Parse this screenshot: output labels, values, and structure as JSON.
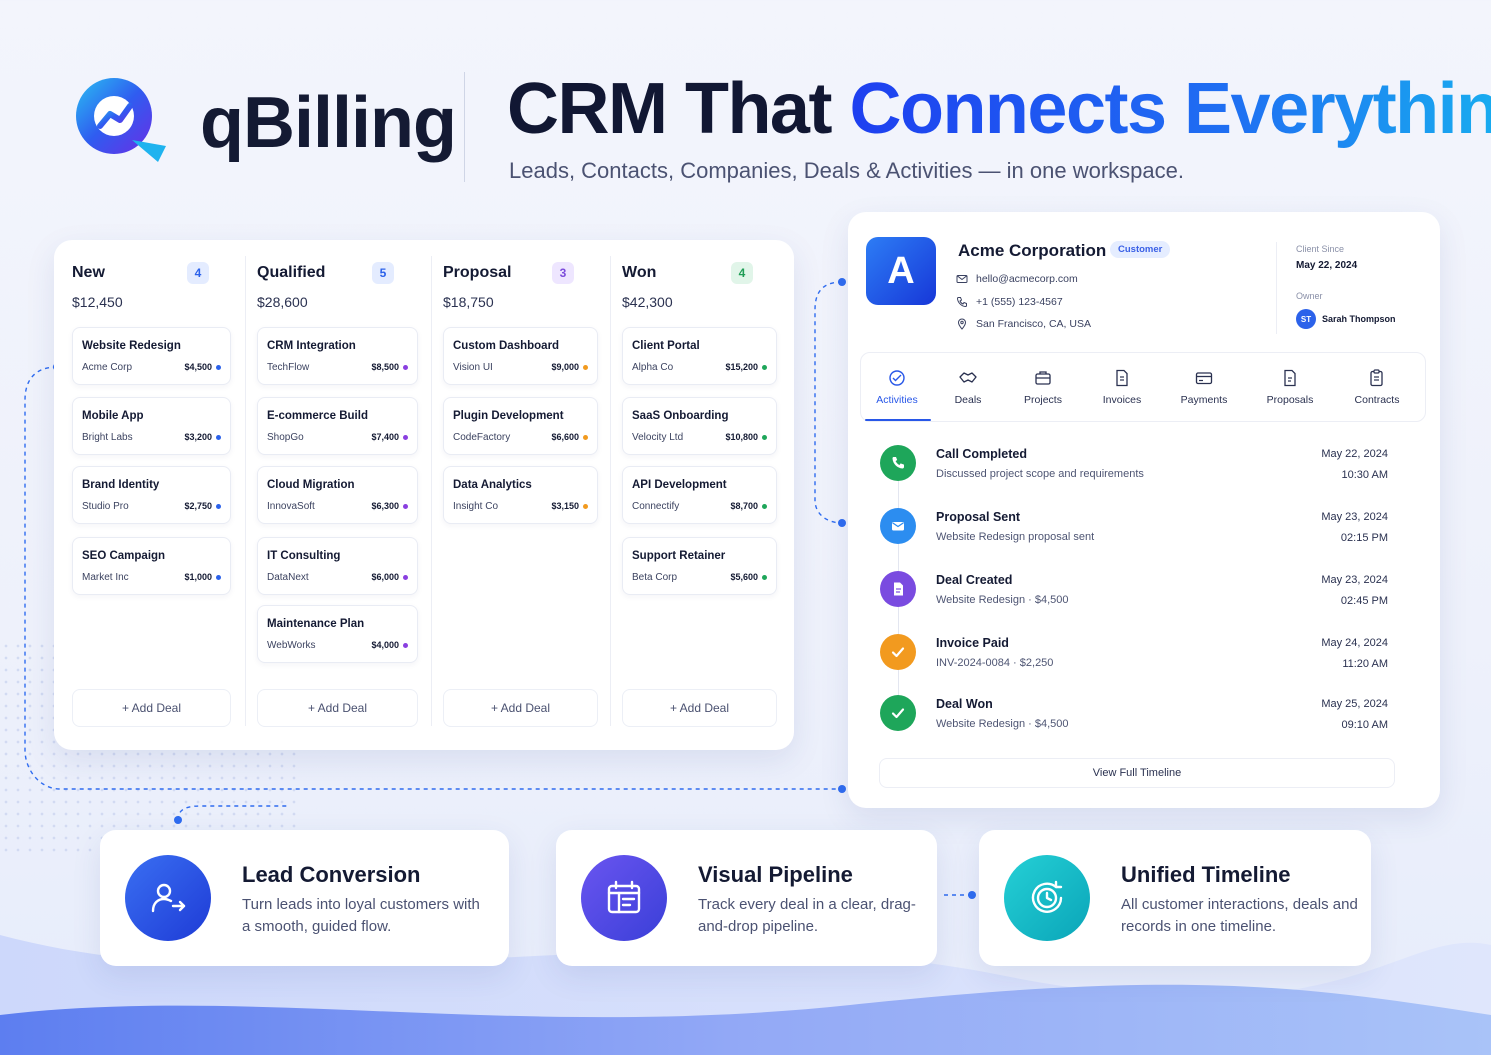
{
  "brand": {
    "name": "qBilling"
  },
  "header": {
    "headline_dark": "CRM That",
    "headline_accent": "Connects Everything",
    "subline": "Leads, Contacts, Companies, Deals & Activities — in one workspace."
  },
  "pipeline": {
    "add_label": "+ Add Deal",
    "columns": [
      {
        "title": "New",
        "total": "$12,450",
        "count": "4",
        "deals": [
          {
            "title": "Website Redesign",
            "company": "Acme Corp",
            "amount": "$4,500"
          },
          {
            "title": "Mobile App",
            "company": "Bright Labs",
            "amount": "$3,200"
          },
          {
            "title": "Brand Identity",
            "company": "Studio Pro",
            "amount": "$2,750"
          },
          {
            "title": "SEO Campaign",
            "company": "Market Inc",
            "amount": "$1,000"
          }
        ]
      },
      {
        "title": "Qualified",
        "total": "$28,600",
        "count": "5",
        "deals": [
          {
            "title": "CRM Integration",
            "company": "TechFlow",
            "amount": "$8,500"
          },
          {
            "title": "E-commerce Build",
            "company": "ShopGo",
            "amount": "$7,400"
          },
          {
            "title": "Cloud Migration",
            "company": "InnovaSoft",
            "amount": "$6,300"
          },
          {
            "title": "IT Consulting",
            "company": "DataNext",
            "amount": "$6,000"
          },
          {
            "title": "Maintenance Plan",
            "company": "WebWorks",
            "amount": "$4,000"
          }
        ]
      },
      {
        "title": "Proposal",
        "total": "$18,750",
        "count": "3",
        "deals": [
          {
            "title": "Custom Dashboard",
            "company": "Vision UI",
            "amount": "$9,000"
          },
          {
            "title": "Plugin Development",
            "company": "CodeFactory",
            "amount": "$6,600"
          },
          {
            "title": "Data Analytics",
            "company": "Insight Co",
            "amount": "$3,150"
          }
        ]
      },
      {
        "title": "Won",
        "total": "$42,300",
        "count": "4",
        "deals": [
          {
            "title": "Client Portal",
            "company": "Alpha Co",
            "amount": "$15,200"
          },
          {
            "title": "SaaS Onboarding",
            "company": "Velocity Ltd",
            "amount": "$10,800"
          },
          {
            "title": "API Development",
            "company": "Connectify",
            "amount": "$8,700"
          },
          {
            "title": "Support Retainer",
            "company": "Beta Corp",
            "amount": "$5,600"
          }
        ]
      }
    ]
  },
  "customer": {
    "initial": "A",
    "name": "Acme Corporation",
    "badge": "Customer",
    "email": "hello@acmecorp.com",
    "phone": "+1 (555) 123-4567",
    "location": "San Francisco, CA, USA",
    "client_since_label": "Client Since",
    "client_since": "May 22, 2024",
    "owner_label": "Owner",
    "owner_initials": "ST",
    "owner_name": "Sarah Thompson",
    "tabs": [
      "Activities",
      "Deals",
      "Projects",
      "Invoices",
      "Payments",
      "Proposals",
      "Contracts"
    ],
    "activities": [
      {
        "title": "Call Completed",
        "desc": "Discussed project scope and requirements",
        "date": "May 22, 2024",
        "time": "10:30 AM"
      },
      {
        "title": "Proposal Sent",
        "desc": "Website Redesign proposal sent",
        "date": "May 23, 2024",
        "time": "02:15 PM"
      },
      {
        "title": "Deal Created",
        "desc": "Website Redesign · $4,500",
        "date": "May 23, 2024",
        "time": "02:45 PM"
      },
      {
        "title": "Invoice Paid",
        "desc": "INV-2024-0084 · $2,250",
        "date": "May 24, 2024",
        "time": "11:20 AM"
      },
      {
        "title": "Deal Won",
        "desc": "Website Redesign · $4,500",
        "date": "May 25, 2024",
        "time": "09:10 AM"
      }
    ],
    "view_full": "View Full Timeline"
  },
  "features": [
    {
      "title": "Lead Conversion",
      "desc": "Turn leads into loyal customers with a smooth, guided flow."
    },
    {
      "title": "Visual Pipeline",
      "desc": "Track every deal in a clear, drag-and-drop pipeline."
    },
    {
      "title": "Unified Timeline",
      "desc": "All customer interactions, deals and records in one timeline."
    }
  ],
  "colors": {
    "accent_blue": "#2857e8",
    "badge_new": "#2c62ea",
    "badge_qualified": "#2c62ea",
    "badge_proposal": "#7c4ddb",
    "badge_won": "#1f9d55",
    "dot_new": "#2c62ea",
    "dot_qualified": "#8a3fe0",
    "dot_proposal": "#f29a1f",
    "dot_won": "#1ea65a",
    "act_call": "#1ea65a",
    "act_proposal": "#2c8df0",
    "act_deal": "#7a4be0",
    "act_invoice": "#f29a1f",
    "act_won": "#1ea65a"
  },
  "icons": {
    "contact": [
      "mail-icon",
      "phone-icon",
      "location-pin-icon"
    ],
    "tabs": [
      "activity-icon",
      "handshake-icon",
      "briefcase-icon",
      "invoice-icon",
      "card-icon",
      "proposal-icon",
      "contract-icon"
    ],
    "activities": [
      "phone-icon",
      "mail-icon",
      "document-icon",
      "check-icon",
      "check-icon"
    ],
    "features": [
      "user-arrow-icon",
      "pipeline-board-icon",
      "clock-icon"
    ]
  }
}
